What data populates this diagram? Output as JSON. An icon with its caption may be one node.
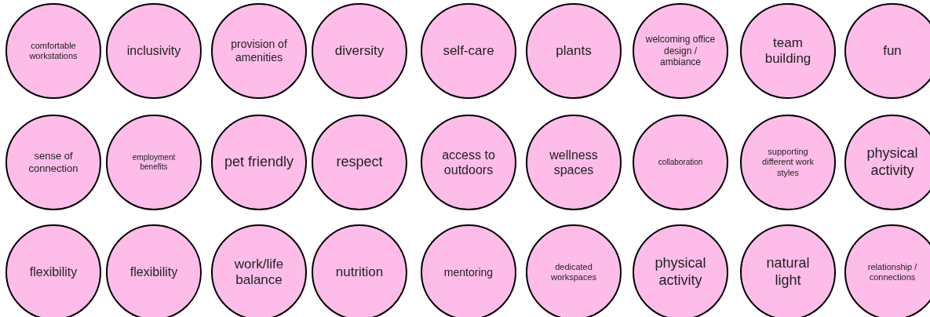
{
  "diagram": {
    "nodes": [
      {
        "text": [
          "comfortable workstations"
        ]
      },
      {
        "text": [
          "inclusivity"
        ]
      },
      {
        "text": [
          "provision of amenities"
        ]
      },
      {
        "text": [
          "diversity"
        ]
      },
      {
        "text": [
          "self-care"
        ]
      },
      {
        "text": [
          "plants"
        ]
      },
      {
        "text": [
          "welcoming office design / ambiance"
        ]
      },
      {
        "text": [
          "team building"
        ]
      },
      {
        "text": [
          "fun"
        ]
      },
      {
        "text": [
          "sense of connection"
        ]
      },
      {
        "text": [
          "employment benefits"
        ]
      },
      {
        "text": [
          "pet friendly"
        ]
      },
      {
        "text": [
          "respect"
        ]
      },
      {
        "text": [
          "access to outdoors"
        ]
      },
      {
        "text": [
          "wellness spaces"
        ]
      },
      {
        "text": [
          "collaboration"
        ]
      },
      {
        "text": [
          "supporting different work styles"
        ]
      },
      {
        "text": [
          "physical activity"
        ]
      },
      {
        "text": [
          "flexibility"
        ]
      },
      {
        "text": [
          "flexibility"
        ]
      },
      {
        "text": [
          "work/life balance"
        ]
      },
      {
        "text": [
          "nutrition"
        ]
      },
      {
        "text": [
          "mentoring"
        ]
      },
      {
        "text": [
          "dedicated workspaces"
        ]
      },
      {
        "text": [
          "physical activity"
        ]
      },
      {
        "text": [
          "natural light"
        ]
      },
      {
        "text": [
          "relationship / connections"
        ]
      }
    ]
  }
}
